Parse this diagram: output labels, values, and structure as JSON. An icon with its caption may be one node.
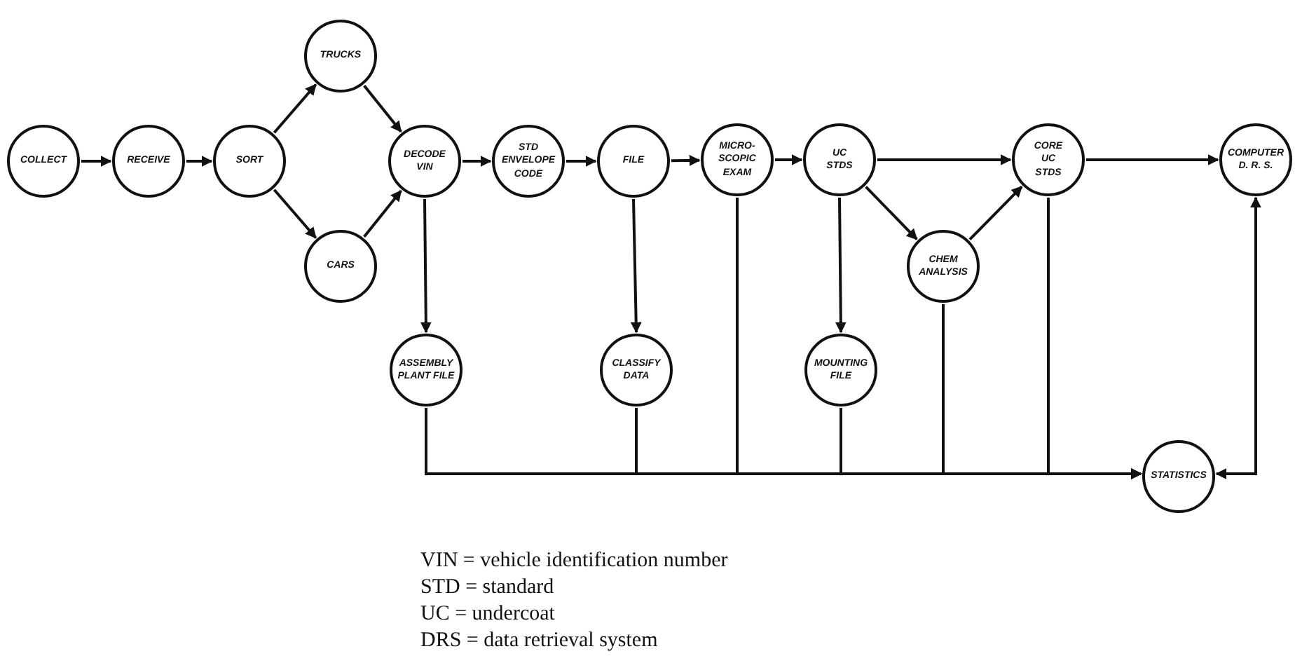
{
  "diagram": {
    "nodes": [
      {
        "text": [
          "COLLECT"
        ]
      },
      {
        "text": [
          "RECEIVE"
        ]
      },
      {
        "text": [
          "SORT"
        ]
      },
      {
        "text": [
          "TRUCKS"
        ]
      },
      {
        "text": [
          "CARS"
        ]
      },
      {
        "text": [
          "DECODE VIN"
        ]
      },
      {
        "text": [
          "STD ENVELOPE CODE"
        ]
      },
      {
        "text": [
          "FILE"
        ]
      },
      {
        "text": [
          "MICRO- SCOPIC EXAM"
        ]
      },
      {
        "text": [
          "UC STDS"
        ]
      },
      {
        "text": [
          "CHEM ANALYSIS"
        ]
      },
      {
        "text": [
          "CORE UC STDS"
        ]
      },
      {
        "text": [
          "COMPUTER D. R. S."
        ]
      },
      {
        "text": [
          "ASSEMBLY PLANT FILE"
        ]
      },
      {
        "text": [
          "CLASSIFY DATA"
        ]
      },
      {
        "text": [
          "MOUNTING FILE"
        ]
      },
      {
        "text": [
          "STATISTICS"
        ]
      }
    ],
    "edges": [
      {
        "from": 0,
        "to": 1,
        "arrow": "to"
      },
      {
        "from": 1,
        "to": 2,
        "arrow": "to"
      },
      {
        "from": 2,
        "to": 3,
        "arrow": "to"
      },
      {
        "from": 2,
        "to": 4,
        "arrow": "to"
      },
      {
        "from": 3,
        "to": 5,
        "arrow": "to"
      },
      {
        "from": 4,
        "to": 5,
        "arrow": "to"
      },
      {
        "from": 5,
        "to": 6,
        "arrow": "to"
      },
      {
        "from": 6,
        "to": 7,
        "arrow": "to"
      },
      {
        "from": 7,
        "to": 8,
        "arrow": "to"
      },
      {
        "from": 8,
        "to": 9,
        "arrow": "to"
      },
      {
        "from": 9,
        "to": 11,
        "arrow": "to"
      },
      {
        "from": 9,
        "to": 10,
        "arrow": "to"
      },
      {
        "from": 10,
        "to": 11,
        "arrow": "to"
      },
      {
        "from": 11,
        "to": 12,
        "arrow": "to"
      },
      {
        "from": 5,
        "to": 13,
        "arrow": "to"
      },
      {
        "from": 7,
        "to": 14,
        "arrow": "to"
      },
      {
        "from": 9,
        "to": 15,
        "arrow": "to"
      },
      {
        "from": 13,
        "to": 16,
        "arrow": "to"
      },
      {
        "from": 14,
        "to": 16,
        "arrow": "to"
      },
      {
        "from": 8,
        "to": 16,
        "arrow": "to"
      },
      {
        "from": 15,
        "to": 16,
        "arrow": "to"
      },
      {
        "from": 10,
        "to": 16,
        "arrow": "to"
      },
      {
        "from": 11,
        "to": 16,
        "arrow": "to"
      },
      {
        "from": 12,
        "to": 16,
        "arrow": "both"
      }
    ],
    "labels": [
      "VIN = vehicle identification number",
      "STD = standard",
      "UC = undercoat",
      "DRS = data retrieval system"
    ]
  }
}
